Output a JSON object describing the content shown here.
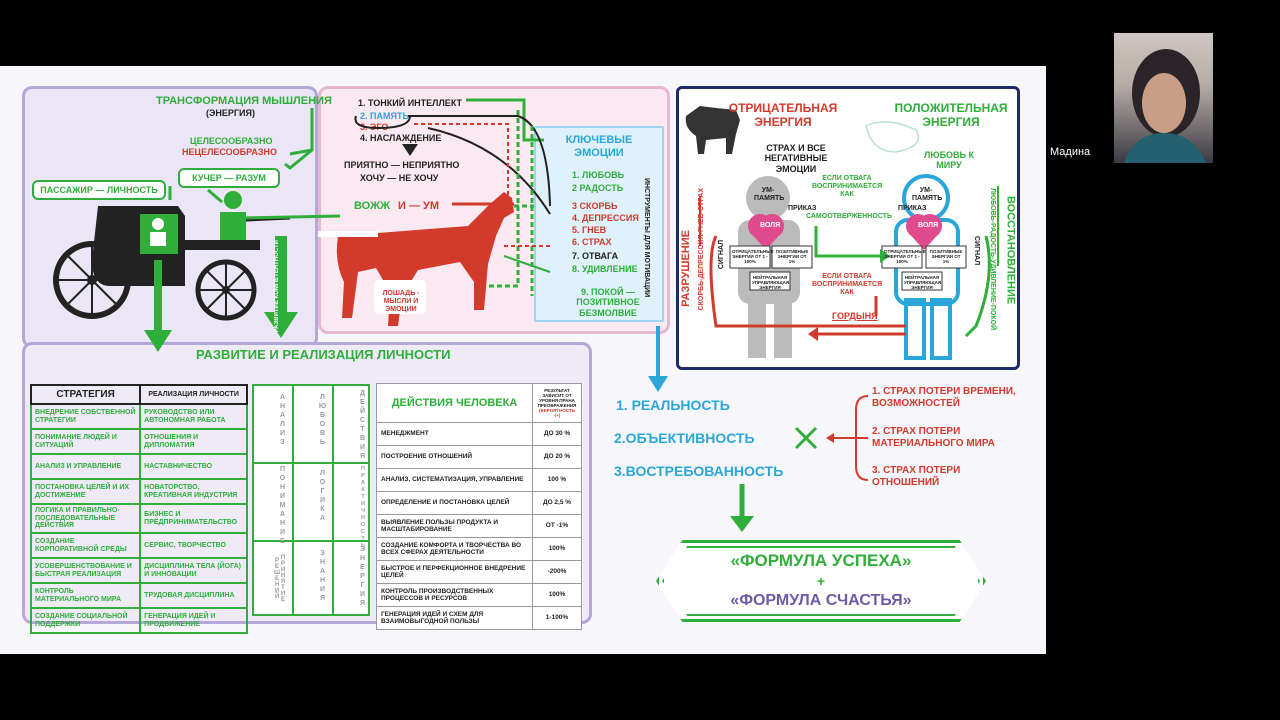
{
  "participant": {
    "name": "Мадина"
  },
  "carriage": {
    "transform_title": "ТРАНСФОРМАЦИЯ МЫШЛЕНИЯ",
    "energy": "(ЭНЕРГИЯ)",
    "reasonable": "ЦЕЛЕСООБРАЗНО",
    "unreasonable": "НЕЦЕЛЕСООБРАЗНО",
    "coachman": "КУЧЕР — РАЗУМ",
    "passenger": "ПАССАЖИР — ЛИЧНОСТЬ",
    "competence": "РАЗВИТИЕ КОМПЕТЕНТНОСТИ",
    "development": "РАЗВИТИЕ И РЕАЛИЗАЦИЯ ЛИЧНОСТИ"
  },
  "mind": {
    "items": [
      "1. ТОНКИЙ ИНТЕЛЛЕКТ",
      "2. ПАМЯТЬ",
      "3. ЭГО",
      "4. НАСЛАЖДЕНИЕ"
    ],
    "pleasant": "ПРИЯТНО — НЕПРИЯТНО",
    "want": "ХОЧУ — НЕ ХОЧУ",
    "reins": "ВОЖЖ",
    "reins_mind": "И — УМ",
    "horse": "ЛОШАДЬ - МЫСЛИ И ЭМОЦИИ"
  },
  "emotions": {
    "title": "КЛЮЧЕВЫЕ ЭМОЦИИ",
    "items": [
      "1. ЛЮБОВЬ",
      "2 РАДОСТЬ",
      "3 СКОРБЬ",
      "4. ДЕПРЕССИЯ",
      "5. ГНЕВ",
      "6. СТРАХ",
      "7. ОТВАГА",
      "8. УДИВЛЕНИЕ",
      "9. ПОКОЙ — ПОЗИТИВНОЕ БЕЗМОЛВИЕ"
    ],
    "tools": "ИНСТРУМЕНТЫ ДЛЯ МОТИВАЦИИ"
  },
  "energy": {
    "negative_title": "ОТРИЦАТЕЛЬНАЯ ЭНЕРГИЯ",
    "positive_title": "ПОЛОЖИТЕЛЬНАЯ ЭНЕРГИЯ",
    "fear": "СТРАХ И ВСЕ НЕГАТИВНЫЕ ЭМОЦИИ",
    "love": "ЛЮБОВЬ К МИРУ",
    "destruction": "РАЗРУШЕНИЕ",
    "destruction_sub": "СКОРБЬ-ДЕПРЕССИЯ-ГНЕВ-СТРАХ",
    "restoration": "ВОССТАНОВЛЕНИЕ",
    "restoration_sub": "ЛЮБОВЬ-РАДОСТЬ-УДИВЛЕНИЕ-ПОКОЙ",
    "mind_memory": "УМ-ПАМЯТЬ",
    "order": "ПРИКАЗ",
    "signal": "СИГНАЛ",
    "will": "ВОЛЯ",
    "neg_energy": "ОТРИЦАТЕЛЬНЫЕ ЭНЕРГИИ ОТ 1 - 100%",
    "pos_energy": "ПОЗИТИВНЫЕ ЭНЕРГИИ ОТ 1%",
    "neutral": "НЕЙТРАЛЬНАЯ УПРАВЛЯЮЩАЯ ЭНЕРГИЯ",
    "if_courage_1": "ЕСЛИ ОТВАГА ВОСПРИНИМАЕТСЯ КАК",
    "selflessness": "САМООТВЕРЖЕННОСТЬ",
    "if_courage_2": "ЕСЛИ ОТВАГА ВОСПРИНИМАЕТСЯ КАК",
    "pride": "ГОРДЫНЯ"
  },
  "strategy_table": {
    "headers": [
      "СТРАТЕГИЯ",
      "РЕАЛИЗАЦИЯ ЛИЧНОСТИ"
    ],
    "rows": [
      [
        "ВНЕДРЕНИЕ СОБСТВЕННОЙ СТРАТЕГИИ",
        "РУКОВОДСТВО ИЛИ АВТОНОМНАЯ РАБОТА"
      ],
      [
        "ПОНИМАНИЕ ЛЮДЕЙ И СИТУАЦИЙ",
        "ОТНОШЕНИЯ И ДИПЛОМАТИЯ"
      ],
      [
        "АНАЛИЗ И УПРАВЛЕНИЕ",
        "НАСТАВНИЧЕСТВО"
      ],
      [
        "ПОСТАНОВКА ЦЕЛЕЙ И ИХ ДОСТИЖЕНИЕ",
        "НОВАТОРСТВО, КРЕАТИВНАЯ ИНДУСТРИЯ"
      ],
      [
        "ЛОГИКА И ПРАВИЛЬНО-ПОСЛЕДОВАТЕЛЬНЫЕ ДЕЙСТВИЯ",
        "БИЗНЕС И ПРЕДПРИНИМАТЕЛЬСТВО"
      ],
      [
        "СОЗДАНИЕ КОРПОРАТИВНОЙ СРЕДЫ",
        "СЕРВИС, ТВОРЧЕСТВО"
      ],
      [
        "УСОВЕРШЕНСТВОВАНИЕ И БЫСТРАЯ РЕАЛИЗАЦИЯ",
        "ДИСЦИПЛИНА ТЕЛА (ЙОГА) И ИННОВАЦИИ"
      ],
      [
        "КОНТРОЛЬ МАТЕРИАЛЬНОГО МИРА",
        "ТРУДОВАЯ ДИСЦИПЛИНА"
      ],
      [
        "СОЗДАНИЕ СОЦИАЛЬНОЙ ПОДДЕРЖКИ",
        "ГЕНЕРАЦИЯ ИДЕЙ И ПРОДВИЖЕНИЕ"
      ]
    ]
  },
  "vertical_words": [
    [
      "АНАЛИЗ",
      "ЛЮБОВЬ",
      "ДЕЙСТВИЯ"
    ],
    [
      "ПОНИМАНИЕ",
      "ЛОГИКА",
      "ПРАКТИЧНОСТЬ"
    ],
    [
      "ПРИНЯТИЕ РЕШЕНИЙ",
      "ЗНАНИЯ",
      "ЭНЕРГИЯ"
    ]
  ],
  "actions_table": {
    "title": "ДЕЙСТВИЯ ЧЕЛОВЕКА",
    "col_header": "РЕЗУЛЬТАТ ЗАВИСИТ ОТ УРОВНЯ ПРАНА ПРЕОБРАЖЕНИЯ",
    "col_sub": "(ВЕРОЯТНОСТЬ -/+)",
    "rows": [
      [
        "МЕНЕДЖМЕНТ",
        "ДО 30 %"
      ],
      [
        "ПОСТРОЕНИЕ ОТНОШЕНИЙ",
        "ДО 20 %"
      ],
      [
        "АНАЛИЗ, СИСТЕМАТИЗАЦИЯ, УПРАВЛЕНИЕ",
        "100 %"
      ],
      [
        "ОПРЕДЕЛЕНИЕ И ПОСТАНОВКА ЦЕЛЕЙ",
        "ДО 2,5 %"
      ],
      [
        "ВЫЯВЛЕНИЕ ПОЛЬЗЫ ПРОДУКТА И МАСШТАБИРОВАНИЕ",
        "ОТ -1%"
      ],
      [
        "СОЗДАНИЕ КОМФОРТА И ТВОРЧЕСТВА ВО ВСЕХ СФЕРАХ ДЕЯТЕЛЬНОСТИ",
        "100%"
      ],
      [
        "БЫСТРОЕ И ПЕРФЕКЦИОННОЕ ВНЕДРЕНИЕ ЦЕЛЕЙ",
        "-200%"
      ],
      [
        "КОНТРОЛЬ ПРОИЗВОДСТВЕННЫХ ПРОЦЕССОВ И РЕСУРСОВ",
        "100%"
      ],
      [
        "ГЕНЕРАЦИЯ ИДЕЙ И СХЕМ ДЛЯ ВЗАИМОВЫГОДНОЙ ПОЛЬЗЫ",
        "1-100%"
      ]
    ]
  },
  "results": [
    "1. РЕАЛЬНОСТЬ",
    "2.ОБЪЕКТИВНОСТЬ",
    "3.ВОСТРЕБОВАННОСТЬ"
  ],
  "fears": [
    "1. СТРАХ ПОТЕРИ ВРЕМЕНИ, ВОЗМОЖНОСТЕЙ",
    "2. СТРАХ ПОТЕРИ МАТЕРИАЛЬНОГО МИРА",
    "3. СТРАХ ПОТЕРИ ОТНОШЕНИЙ"
  ],
  "formula": {
    "success": "«ФОРМУЛА  УСПЕХА»",
    "plus": "+",
    "happiness": "«ФОРМУЛА СЧАСТЬЯ»"
  }
}
